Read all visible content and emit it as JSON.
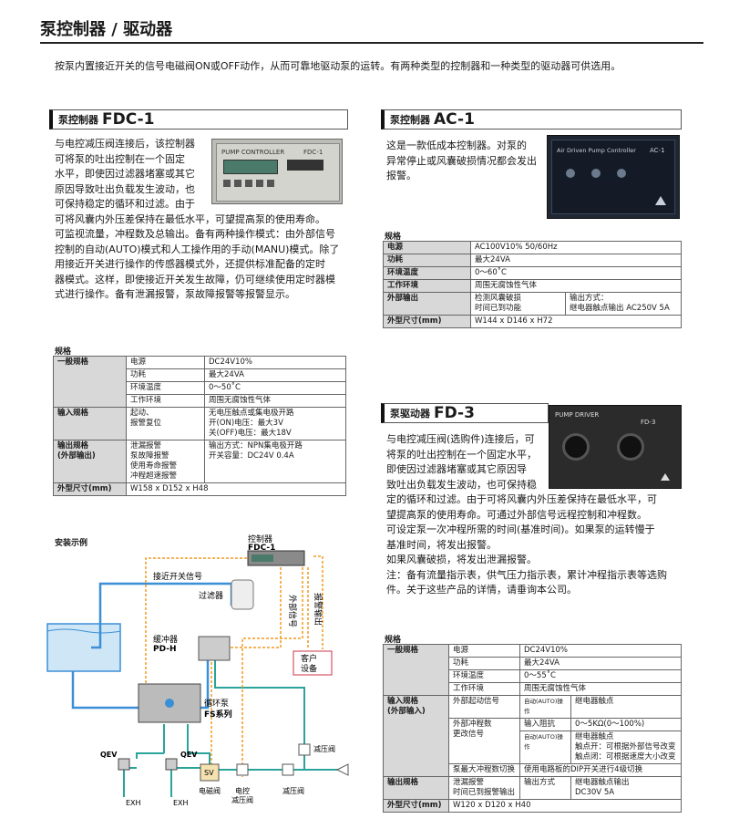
{
  "page": {
    "title": "泵控制器 / 驱动器",
    "intro": "按泵内置接近开关的信号电磁阀ON或OFF动作，从而可靠地驱动泵的运转。有两种类型的控制器和一种类型的驱动器可供选用。"
  },
  "fdc1": {
    "heading_prefix": "泵控制器",
    "heading_model": "FDC-1",
    "device_label": "PUMP CONTROLLER",
    "device_model": "FDC-1",
    "lines": [
      "与电控减压阀连接后，该控制器",
      "可将泵的吐出控制在一个固定",
      "水平，即使因过滤器堵塞或其它",
      "原因导致吐出负载发生波动，也",
      "可保持稳定的循环和过滤。由于",
      "可将风囊内外压差保持在最低水平，可望提高泵的使用寿命。",
      "可监视流量，冲程数及总输出。备有两种操作模式：由外部信号",
      "控制的自动(AUTO)模式和人工操作用的手动(MANU)模式。除了",
      "用接近开关进行操作的传感器模式外，还提供标准配备的定时",
      "器模式。这样，即使接近开关发生故障，仍可继续使用定时器模",
      "式进行操作。备有泄漏报警，泵故障报警等报警显示。"
    ],
    "spec_label": "规格",
    "spec": {
      "g1": "一般规格",
      "r1": [
        "电源",
        "DC24V10%"
      ],
      "r2": [
        "功耗",
        "最大24VA"
      ],
      "r3": [
        "环境温度",
        "0～50˚C"
      ],
      "r4": [
        "工作环境",
        "周围无腐蚀性气体"
      ],
      "g2": "输入规格",
      "in_a": [
        "起动、",
        "报警复位"
      ],
      "in_b": [
        "无电压触点或集电极开路",
        "开(ON)电压：最大3V",
        "关(OFF)电压：最大18V"
      ],
      "g3": [
        "输出规格",
        "(外部输出)"
      ],
      "out_a": [
        "泄漏报警",
        "泵故障报警",
        "使用寿命报警",
        "冲程超速报警"
      ],
      "out_b": [
        "输出方式：NPN集电极开路",
        "开关容量：DC24V 0.4A"
      ],
      "g4": "外型尺寸(mm)",
      "dim": "W158 x D152 x H48"
    }
  },
  "ac1": {
    "heading_prefix": "泵控制器",
    "heading_model": "AC-1",
    "device_label": "Air Driven Pump Controller",
    "device_model": "AC-1",
    "lines": [
      "这是一款低成本控制器。对泵的",
      "异常停止或风囊破损情况都会发出",
      "报警。"
    ],
    "spec_label": "规格",
    "spec": {
      "r1": [
        "电源",
        "AC100V10%  50/60Hz"
      ],
      "r2": [
        "功耗",
        "最大24VA"
      ],
      "r3": [
        "环境温度",
        "0～60˚C"
      ],
      "r4": [
        "工作环境",
        "周围无腐蚀性气体"
      ],
      "r5": [
        "外部输出",
        "检测风囊破损",
        "时间已到功能",
        "输出方式：",
        "继电器触点输出 AC250V 5A"
      ],
      "r6": [
        "外型尺寸(mm)",
        "W144 x D146 x H72"
      ]
    }
  },
  "fd3": {
    "heading_prefix": "泵驱动器",
    "heading_model": "FD-3",
    "device_label": "PUMP DRIVER",
    "device_model": "FD-3",
    "lines": [
      "与电控减压阀(选购件)连接后，可",
      "将泵的吐出控制在一个固定水平，",
      "即使因过滤器堵塞或其它原因导",
      "致吐出负载发生波动，也可保持稳",
      "定的循环和过滤。由于可将风囊内外压差保持在最低水平，可",
      "望提高泵的使用寿命。可通过外部信号远程控制和冲程数。",
      "可设定泵一次冲程所需的时间(基准时间)。如果泵的运转慢于",
      "基准时间，将发出报警。",
      "如果风囊破损，将发出泄漏报警。",
      "注：备有流量指示表，供气压力指示表，累计冲程指示表等选购",
      "件。关于这些产品的详情，请垂询本公司。"
    ],
    "spec_label": "规格",
    "spec": {
      "g1": "一般规格",
      "r1": [
        "电源",
        "DC24V10%"
      ],
      "r2": [
        "功耗",
        "最大24VA"
      ],
      "r3": [
        "环境温度",
        "0～55˚C"
      ],
      "r4": [
        "工作环境",
        "周围无腐蚀性气体"
      ],
      "g2": [
        "输入规格",
        "(外部输入)"
      ],
      "i1": [
        "外部起动信号",
        "自动(AUTO)操作",
        "继电器触点"
      ],
      "i2": [
        "外部冲程数",
        "更改信号",
        "输入阻抗",
        "0～5KΩ(0～100%)"
      ],
      "i3": [
        "自动(AUTO)操作",
        "继电器触点",
        "触点开：可根据外部信号改变",
        "触点闭：可根据速度大小改变"
      ],
      "i4": [
        "泵最大冲程数切换",
        "使用电路板的DIP开关进行4级切换"
      ],
      "g3": "输出规格",
      "o1": [
        "泄漏报警",
        "时间已到报警输出",
        "输出方式",
        "继电器触点输出",
        "DC30V 5A"
      ],
      "g4": "外型尺寸(mm)",
      "dim": "W120 x D120 x H40"
    }
  },
  "install": {
    "label": "安装示例",
    "controller": "控制器",
    "controller_model": "FDC-1",
    "proximity": "接近开关信号",
    "filter": "过滤器",
    "ext_out": "外部信号",
    "alarm_out": "报警输出",
    "customer": "客户",
    "customer2": "设备",
    "damper": "缓冲器",
    "damper_model": "PD-H",
    "pump": "循环泵",
    "pump_model": "FS系列",
    "qev": "QEV",
    "exh": "EXH",
    "sv": "SV",
    "solenoid": "电磁阀",
    "ep_valve": "电控",
    "ep_valve2": "减压阀",
    "reg_valve": "减压阀"
  },
  "colors": {
    "pipe_blue": "#3b8fd6",
    "pipe_teal": "#2aa39a",
    "signal_orange": "#f39a1e",
    "header_gray": "#d8d8d8"
  }
}
